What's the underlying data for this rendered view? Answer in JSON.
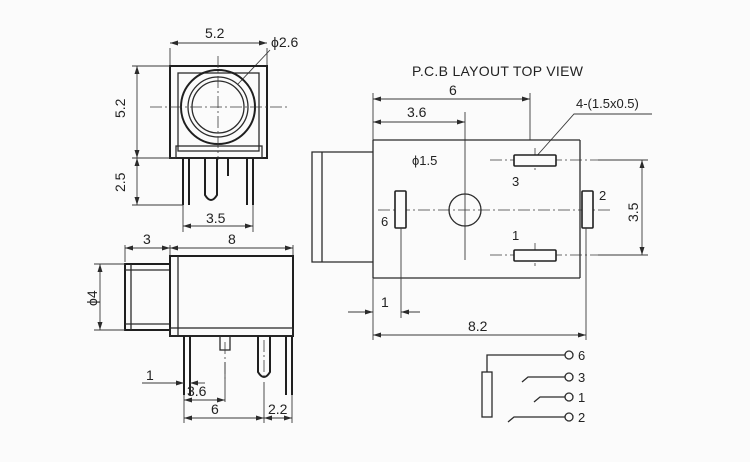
{
  "front_view": {
    "dim_width": "5.2",
    "dim_diameter": "ϕ2.6",
    "dim_height": "5.2",
    "dim_pin_length": "2.5",
    "dim_pin_pitch": "3.5"
  },
  "side_view": {
    "dim_nose_length": "3",
    "dim_body_length": "8",
    "dim_nose_diameter": "ϕ4",
    "dim_offset": "1",
    "dim_pin_a": "3.6",
    "dim_pin_b": "6",
    "dim_pin_c": "2.2"
  },
  "pcb_layout": {
    "title": "P.C.B LAYOUT TOP VIEW",
    "dim_total_width": "6",
    "dim_hole_x": "3.6",
    "slot_note": "4-(1.5x0.5)",
    "hole_diameter": "ϕ1.5",
    "dim_pad_pitch": "3.5",
    "dim_edge": "1",
    "dim_body_length": "8.2",
    "pad_labels": [
      "3",
      "2",
      "6",
      "1"
    ]
  },
  "schematic": {
    "pins": [
      "6",
      "3",
      "1",
      "2"
    ]
  }
}
